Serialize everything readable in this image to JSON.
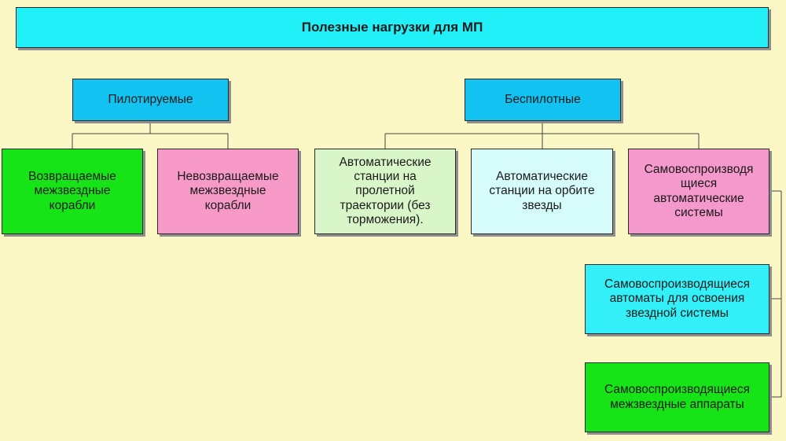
{
  "colors": {
    "background": "#fbf8c6",
    "cyan": "#22f0f8",
    "blue": "#12c2f0",
    "green": "#16e416",
    "pink": "#f79ac8",
    "pale_green": "#d9f6c8",
    "pale_cyan": "#d6fbfb",
    "light_cyan": "#33f0f8",
    "magenta_pink": "#f598cc",
    "line": "#444444"
  },
  "title": "Полезные нагрузки для МП",
  "categories": {
    "manned": {
      "label": "Пилотируемые",
      "children": [
        {
          "label": "Возвращаемые\nмежзвездные\nкорабли"
        },
        {
          "label": "Невозвращаемые\nмежзвездные\nкорабли"
        }
      ]
    },
    "unmanned": {
      "label": "Беспилотные",
      "children": [
        {
          "label": "Автоматические\nстанции на\nпролетной\nтраектории (без\nторможения)."
        },
        {
          "label": "Автоматические\nстанции на орбите\nзвезды"
        },
        {
          "label": "Самовоспроизводя\nщиеся\nавтоматические\nсистемы"
        }
      ]
    }
  },
  "self_replicating": {
    "children": [
      {
        "label": "Самовоспроизводящиеся\nавтоматы  для освоения\nзвездной системы"
      },
      {
        "label": "Самовоспроизводящиеся\nмежзвездные аппараты"
      }
    ]
  }
}
